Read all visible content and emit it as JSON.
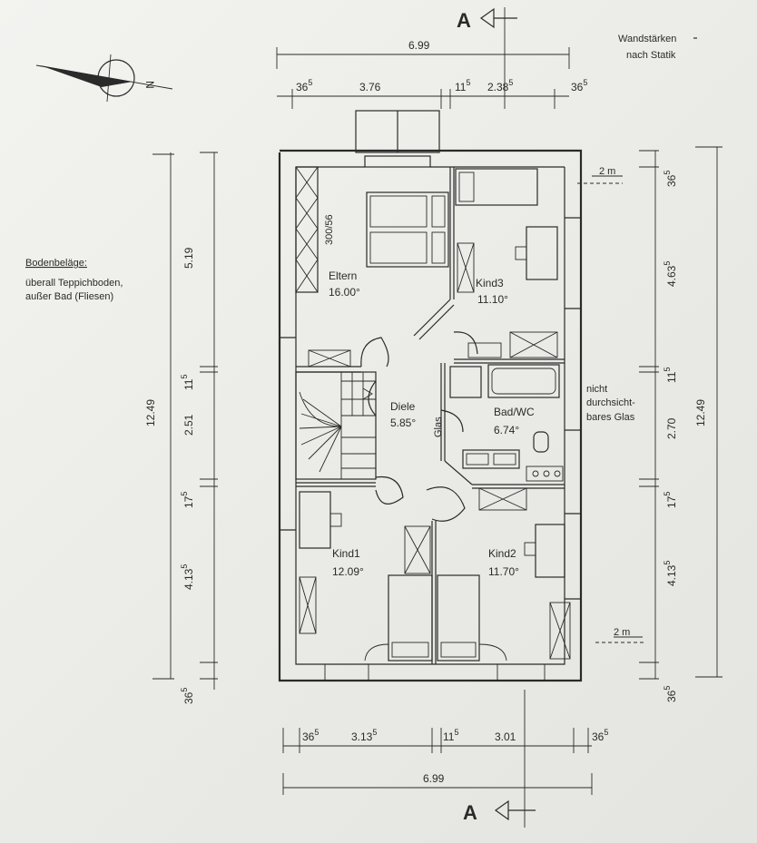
{
  "section_marker": {
    "letter": "A"
  },
  "compass": {
    "label": "N"
  },
  "notes": {
    "wall_line1": "Wandstärken",
    "wall_line2": "nach Statik",
    "floor_title": "Bodenbeläge:",
    "floor_line1": "überall Teppichboden,",
    "floor_line2": "außer Bad (Fliesen)",
    "glass_line1": "nicht",
    "glass_line2": "durchsicht-",
    "glass_line3": "bares Glas",
    "height_top": "2 m",
    "height_bottom": "2 m",
    "glas_door": "Glas",
    "wardrobe": "300/56"
  },
  "rooms": [
    {
      "name": "Eltern",
      "area": "16.00°"
    },
    {
      "name": "Kind3",
      "area": "11.10°"
    },
    {
      "name": "Diele",
      "area": "5.85°"
    },
    {
      "name": "Bad/WC",
      "area": "6.74°"
    },
    {
      "name": "Kind1",
      "area": "12.09°"
    },
    {
      "name": "Kind2",
      "area": "11.70°"
    }
  ],
  "dimensions": {
    "top_total": "6.99",
    "top_parts": [
      "36",
      "3.76",
      "11",
      "2.38",
      "36"
    ],
    "bottom_parts": [
      "36",
      "3.13",
      "11",
      "3.01",
      "36"
    ],
    "bottom_total": "6.99",
    "left_total": "12.49",
    "left_parts": [
      "5.19",
      "11",
      "2.51",
      "17",
      "4.13",
      "36"
    ],
    "right_total": "12.49",
    "right_parts": [
      "36",
      "4.63",
      "11",
      "2.70",
      "17",
      "4.13",
      "36"
    ],
    "superscript": "5"
  }
}
